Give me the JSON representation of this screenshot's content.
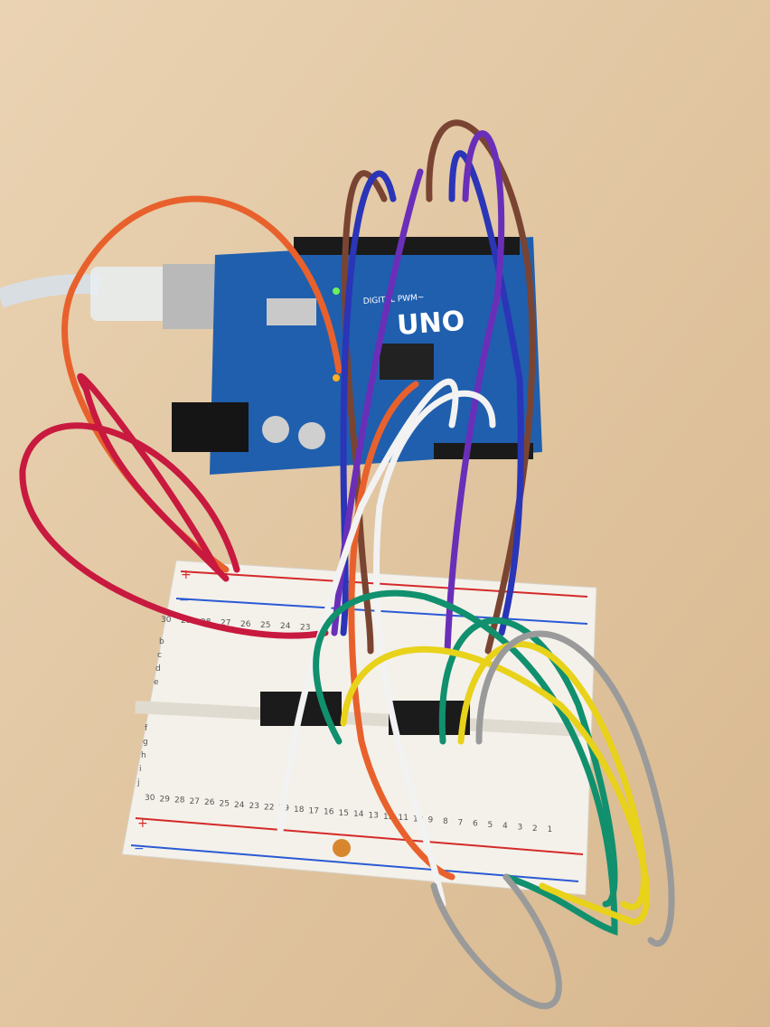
{
  "board": {
    "model_label": "UNO",
    "header_label": "DIGITAL PWM~",
    "color": "#1f5fae"
  },
  "breadboard": {
    "top_numbers": [
      "30",
      "29",
      "28",
      "27",
      "26",
      "25",
      "24",
      "23"
    ],
    "top_row_letters": [
      "b",
      "c",
      "d",
      "e"
    ],
    "bottom_row_letters": [
      "f",
      "g",
      "h",
      "i",
      "j"
    ],
    "bottom_numbers": [
      "30",
      "29",
      "28",
      "27",
      "26",
      "25",
      "24",
      "23",
      "22",
      "19",
      "18",
      "17",
      "16",
      "15",
      "14",
      "13",
      "12",
      "11",
      "10",
      "9",
      "8",
      "7",
      "6",
      "5",
      "4",
      "3",
      "2",
      "1"
    ],
    "rail_plus": "+",
    "rail_minus": "−"
  },
  "colors": {
    "table": "#e3c9a6",
    "breadboard": "#f4f1ea",
    "wire_red": "#c8193f",
    "wire_orange": "#e8612c",
    "wire_brown": "#7a4432",
    "wire_blue": "#2a35b8",
    "wire_purple": "#6a2fb8",
    "wire_white": "#f2f2f2",
    "wire_green": "#11906e",
    "wire_yellow": "#e8d21a",
    "wire_gray": "#9a9a9a"
  }
}
